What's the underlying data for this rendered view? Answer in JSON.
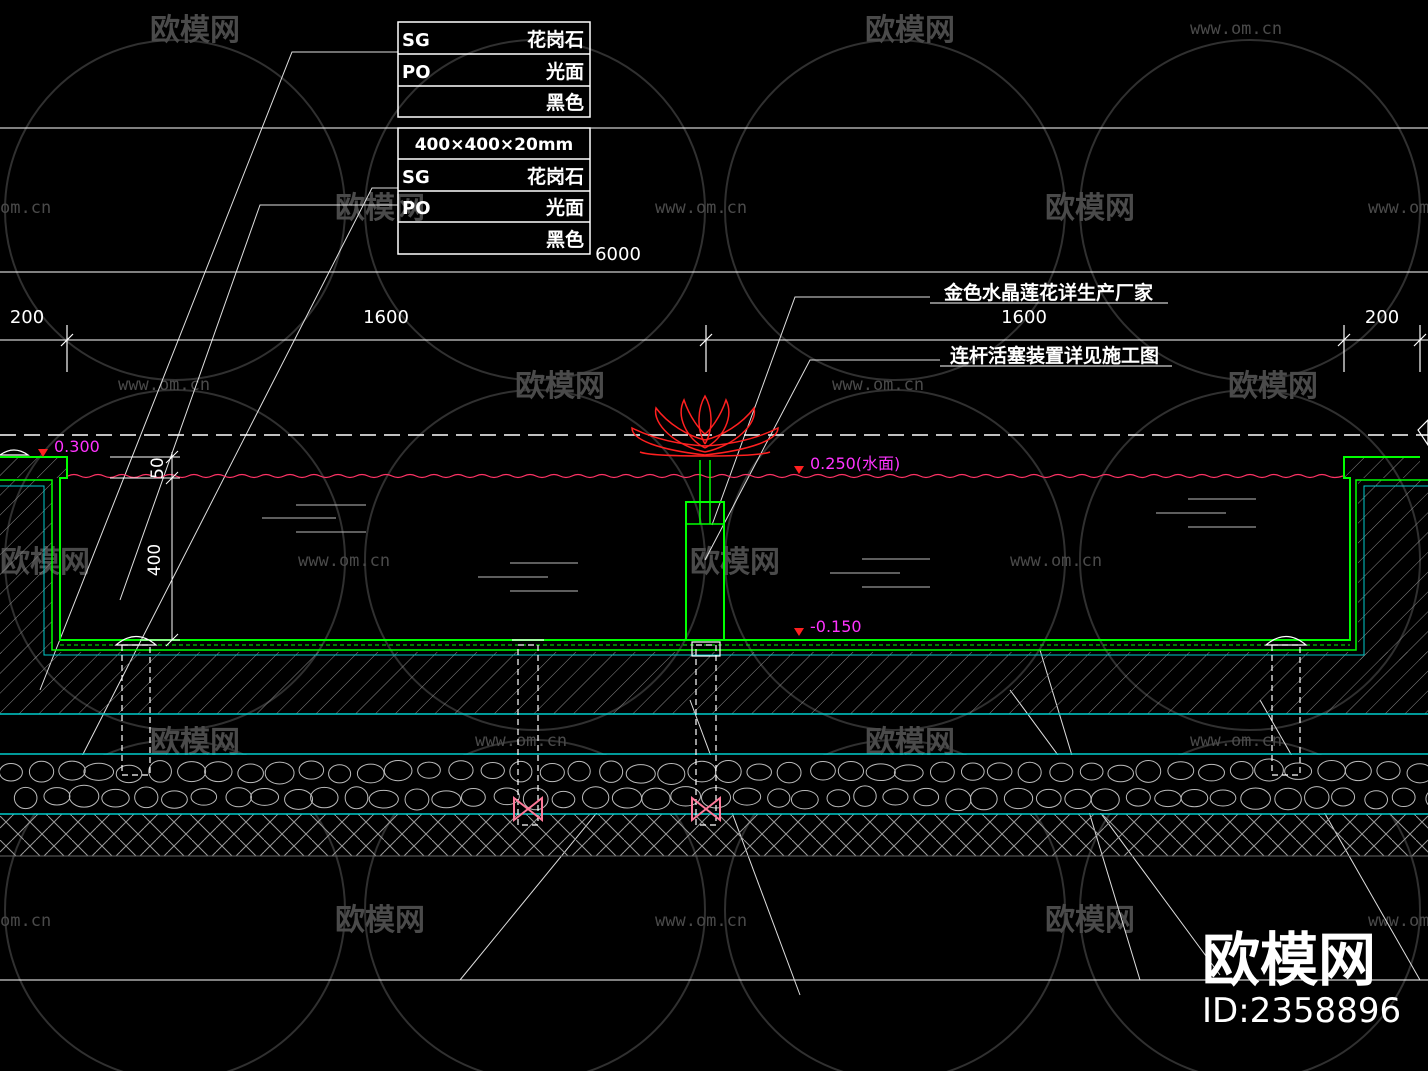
{
  "spec_table_1": {
    "rows": [
      {
        "code": "SG",
        "value": "花岗石"
      },
      {
        "code": "PO",
        "value": "光面"
      },
      {
        "code": "",
        "value": "黑色"
      }
    ]
  },
  "spec_table_2": {
    "size": "400×400×20mm",
    "rows": [
      {
        "code": "SG",
        "value": "花岗石"
      },
      {
        "code": "PO",
        "value": "光面"
      },
      {
        "code": "",
        "value": "黑色"
      }
    ]
  },
  "dimensions": {
    "total": "6000",
    "left_edge": "200",
    "left_span": "1600",
    "right_span": "1600",
    "right_edge": "200",
    "freeboard": "50",
    "depth": "400"
  },
  "annotations": {
    "lotus": "金色水晶莲花详生产厂家",
    "piston": "连杆活塞装置详见施工图"
  },
  "levels": {
    "top": "0.300",
    "water": "0.250(水面)",
    "bottom": "-0.150"
  },
  "watermark": {
    "brand": "欧模网",
    "url": "www.om.cn",
    "url_short": "om.cn"
  },
  "brand": {
    "name": "欧模网",
    "id": "ID:2358896"
  },
  "colors": {
    "background": "#000000",
    "pool_wall": "#00ff00",
    "water_line": "#ff3366",
    "level_text": "#ff33ff",
    "lotus": "#ff2020",
    "base_lines": "#00cccc"
  }
}
